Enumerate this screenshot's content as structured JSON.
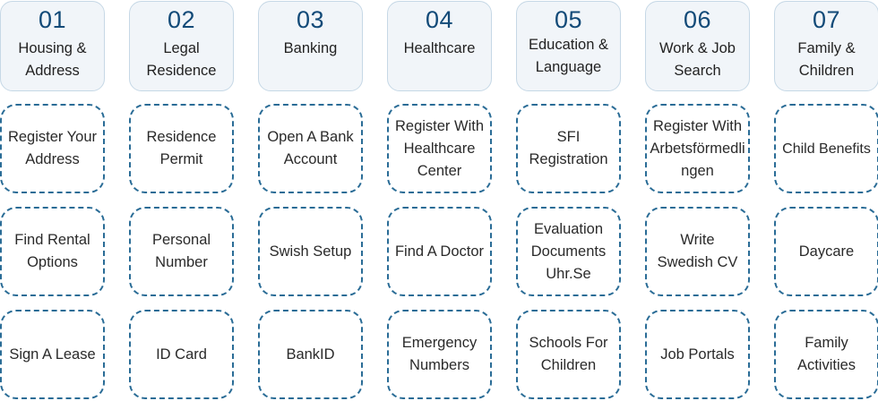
{
  "colors": {
    "header_bg": "#f1f5f9",
    "header_border": "#c6d8e6",
    "number_text": "#124a78",
    "card_border": "#2a6c96",
    "text": "#222222"
  },
  "categories": [
    {
      "number": "01",
      "title": "Housing & Address",
      "tasks": [
        "Register Your Address",
        "Find Rental Options",
        "Sign A Lease"
      ]
    },
    {
      "number": "02",
      "title": "Legal Residence",
      "tasks": [
        "Residence Permit",
        "Personal Number",
        "ID Card"
      ]
    },
    {
      "number": "03",
      "title": "Banking",
      "tasks": [
        "Open A Bank Account",
        "Swish Setup",
        "BankID"
      ]
    },
    {
      "number": "04",
      "title": "Healthcare",
      "tasks": [
        "Register With Healthcare Center",
        "Find A Doctor",
        "Emergency Numbers"
      ]
    },
    {
      "number": "05",
      "title": "Education & Language",
      "tasks": [
        "SFI Registration",
        "Evaluation Documents Uhr.Se",
        "Schools For Children"
      ]
    },
    {
      "number": "06",
      "title": "Work & Job Search",
      "tasks": [
        "Register With Arbetsförmedlingen",
        "Write Swedish CV",
        "Job Portals"
      ]
    },
    {
      "number": "07",
      "title": "Family & Children",
      "tasks": [
        "Child Benefits",
        "Daycare",
        "Family Activities"
      ]
    }
  ]
}
